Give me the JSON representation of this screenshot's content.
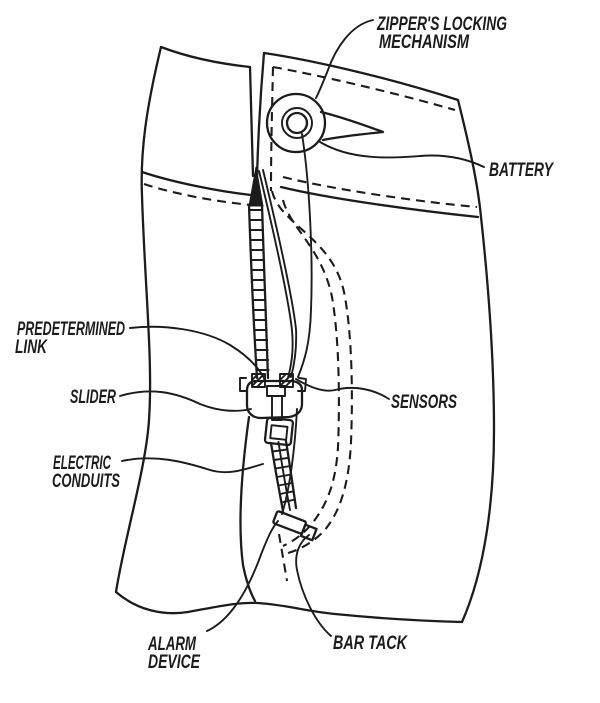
{
  "figure": {
    "kind": "patent-style line drawing of trousers fly with zipper alarm system",
    "colors": {
      "ink": "#1c1c1c",
      "background": "#ffffff"
    },
    "labels": {
      "locking_line1": "ZIPPER'S LOCKING",
      "locking_line2": "MECHANISM",
      "battery": "BATTERY",
      "predetermined_line1": "PREDETERMINED",
      "predetermined_line2": "LINK",
      "slider": "SLIDER",
      "sensors": "SENSORS",
      "electric_line1": "ELECTRIC",
      "electric_line2": "CONDUITS",
      "alarm_line1": "ALARM",
      "alarm_line2": "DEVICE",
      "bar_tack": "BAR TACK"
    }
  }
}
